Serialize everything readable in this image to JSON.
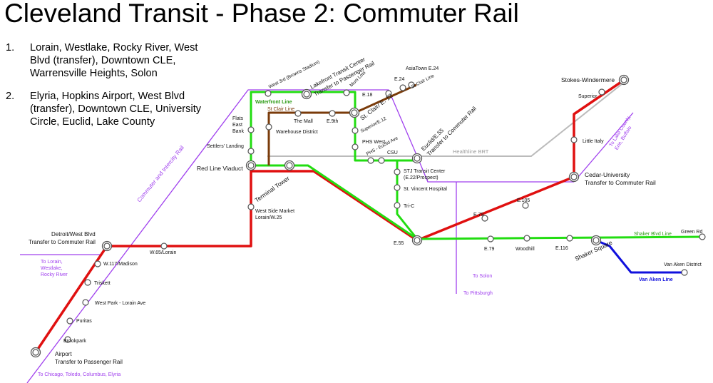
{
  "title": "Cleveland Transit - Phase 2: Commuter Rail",
  "phases": [
    {
      "number": "1.",
      "text": "Lorain, Westlake, Rocky River, West Blvd (transfer), Downtown CLE, Warrensville Heights, Solon"
    },
    {
      "number": "2.",
      "text": "Elyria, Hopkins Airport, West Blvd (transfer), Downtown CLE, University Circle, Euclid, Lake County"
    }
  ],
  "colors": {
    "red_line": "#e01010",
    "green_line": "#22dd11",
    "brown_line": "#7a3b0a",
    "blue_line": "#1010dd",
    "commuter_rail": "#a040ee",
    "healthline": "#bbbbbb",
    "waterfront_label": "#2a9a12",
    "station_fill": "#ffffff",
    "station_stroke": "#555555"
  },
  "line_labels": {
    "waterfront": "Waterfront Line",
    "st_clair": "St Clair Line",
    "healthline": "Healthline BRT",
    "commuter": "Commuter and Intercity Rail",
    "shaker": "Shaker Blvd Line",
    "van_aken": "Van Aken Line"
  },
  "destinations": {
    "lorain": "To Lorain, Westlake, Rocky River",
    "chicago": "To Chicago, Toledo, Columbus, Elyria",
    "lake_county": "To Lake County, Erie, Buffalo",
    "solon": "To Solon",
    "pittsburgh": "To Pittsburgh"
  },
  "stations": {
    "airport": "Airport",
    "airport_transfer": "Transfer to Passenger Rail",
    "brookpark": "Brookpark",
    "puritas": "Puritas",
    "west_park": "West Park - Lorain Ave",
    "triskett": "Triskett",
    "w117": "W.117/Madison",
    "detroit": "Detroit/West Blvd",
    "detroit_transfer": "Transfer to Commuter Rail",
    "w65": "W.65/Lorain",
    "west_side_market": "West Side Market",
    "lorain_w25": "Lorain/W.25",
    "red_line_viaduct": "Red Line Viaduct",
    "terminal_tower": "Terminal Tower",
    "settlers": "Settlers' Landing",
    "flats_east_bank": "Flats East Bank",
    "west3": "West 3rd (Browns Stadium)",
    "lakefront": "Lakefront Transit Center",
    "lakefront_transfer": "Transfer to Passenger Rail",
    "muni_lots": "Muni Lots",
    "warehouse": "Warehouse District",
    "the_mall": "The Mall",
    "e9th": "E.9th",
    "e18": "E.18",
    "st_clair_e12": "St. Clair/ E. 12",
    "e24": "E.24",
    "asiatown": "AsiaTown E.24",
    "st_clair_line_label": "St Clair Line",
    "superior_e12": "Superior/E.12",
    "phs_west": "PHS West",
    "phs_euclid": "PHS - Euclid Ave",
    "csu": "CSU",
    "euclid_e55": "Euclid/E.55",
    "euclid_e55_transfer": "Transfer to Commuter Rail",
    "stj": "STJ Transit Center",
    "stj_sub": "(E.22/Prospect)",
    "st_vincent": "St. Vincent Hospital",
    "tri_c": "Tri-C",
    "e55": "E.55",
    "e79_red": "E.79",
    "e105": "E.105",
    "cedar_university": "Cedar-University",
    "cedar_transfer": "Transfer to Commuter Rail",
    "little_italy": "Little Italy",
    "superior": "Superior",
    "stokes": "Stokes-Windermere",
    "e79_green": "E.79",
    "woodhill": "Woodhill",
    "e116": "E.116",
    "shaker_square": "Shaker Square",
    "green_rd": "Green Rd",
    "van_aken_district": "Van Aken District"
  }
}
